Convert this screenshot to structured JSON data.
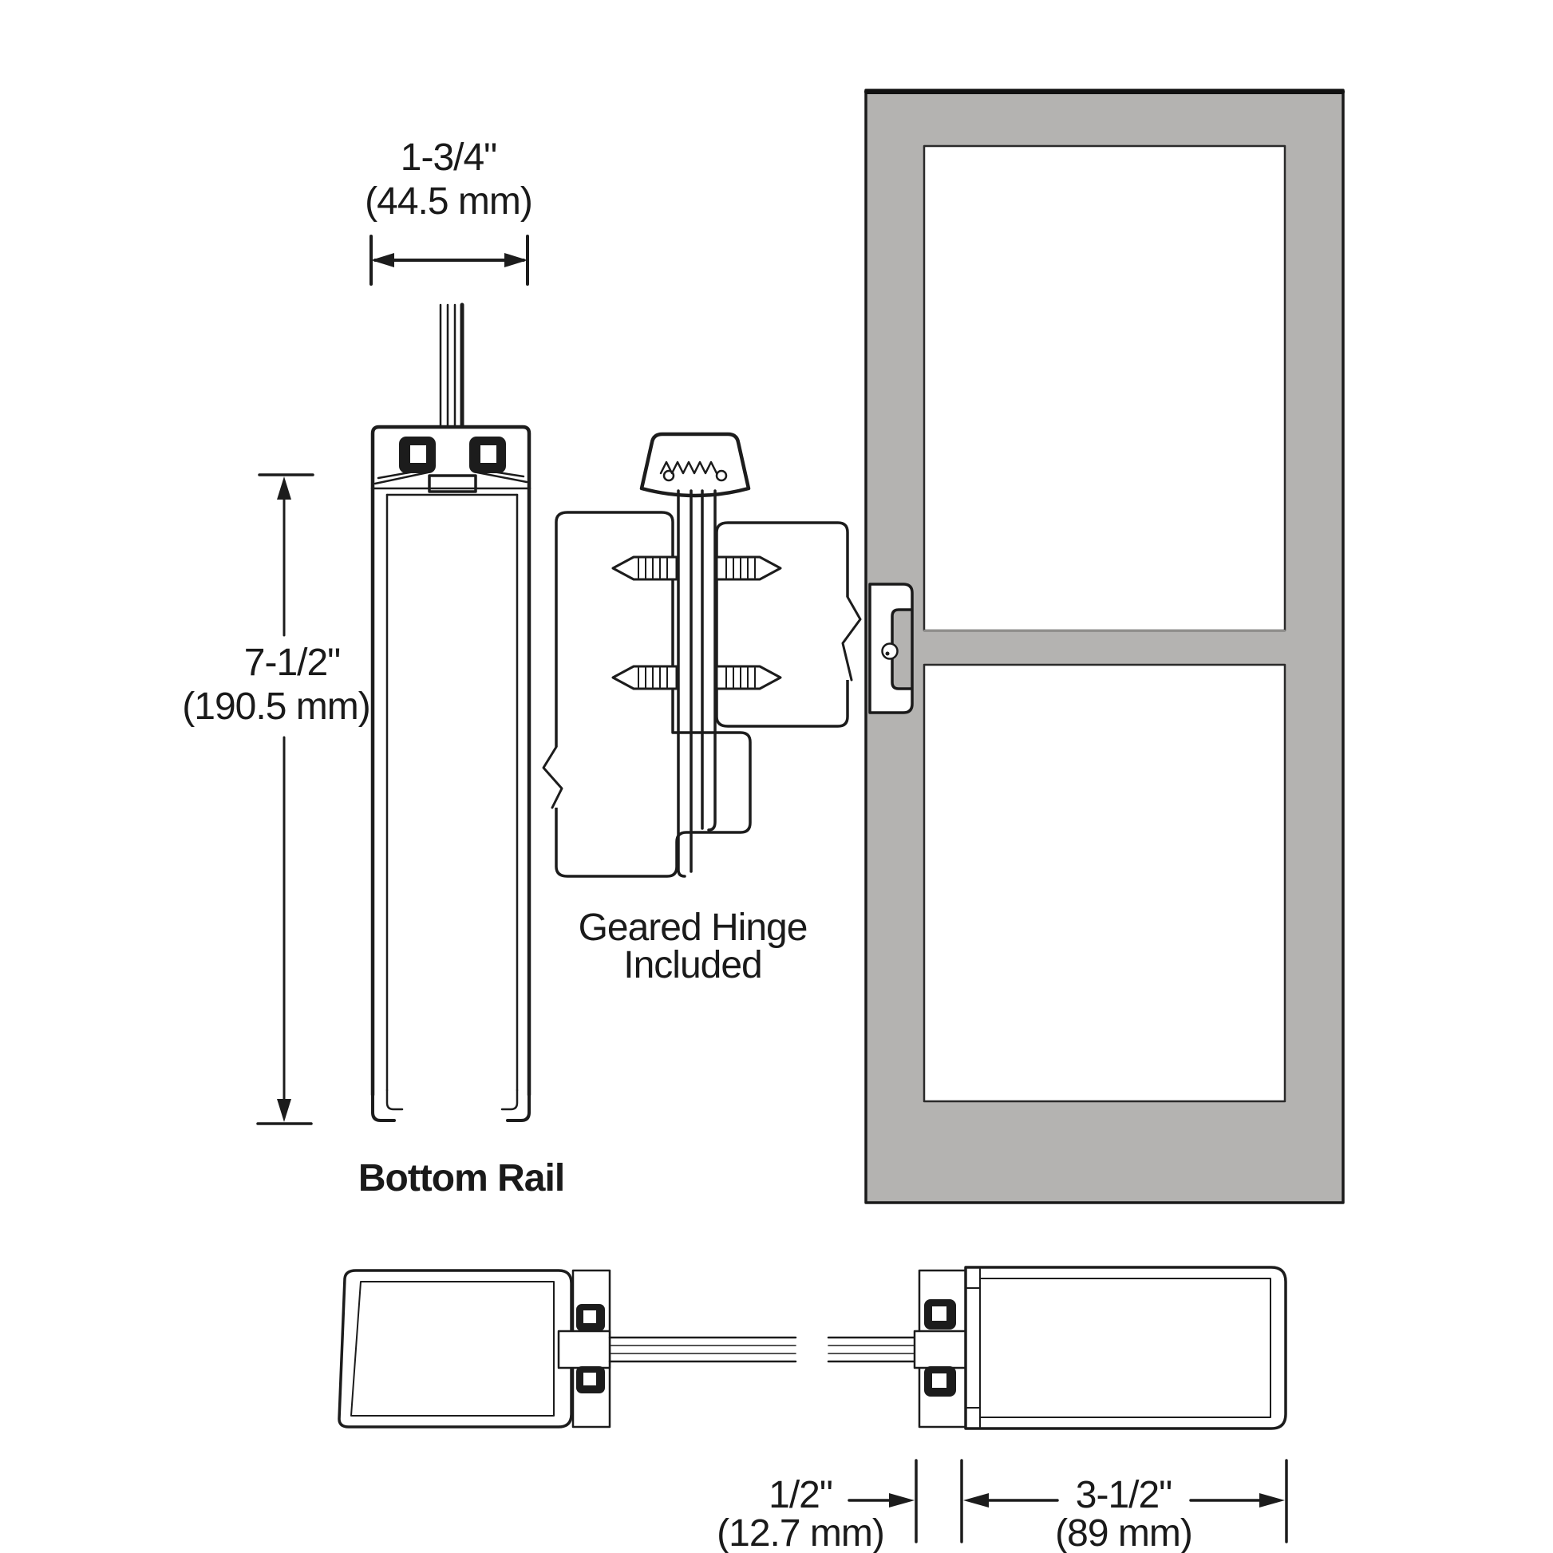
{
  "diagram": {
    "top_dimension": {
      "inches": "1-3/4\"",
      "mm": "(44.5 mm)"
    },
    "side_dimension": {
      "inches": "7-1/2\"",
      "mm": "(190.5 mm)"
    },
    "bottom_rail_label": "Bottom Rail",
    "hinge_label": {
      "line1": "Geared Hinge",
      "line2": "Included"
    },
    "glass_gap_dimension": {
      "inches": "1/2\"",
      "mm": "(12.7 mm)"
    },
    "stile_dimension": {
      "inches": "3-1/2\"",
      "mm": "(89 mm)"
    },
    "colors": {
      "line": "#1c1c1c",
      "door_gray": "#b4b3b1",
      "glass_white": "#ffffff",
      "background": "#ffffff"
    }
  }
}
